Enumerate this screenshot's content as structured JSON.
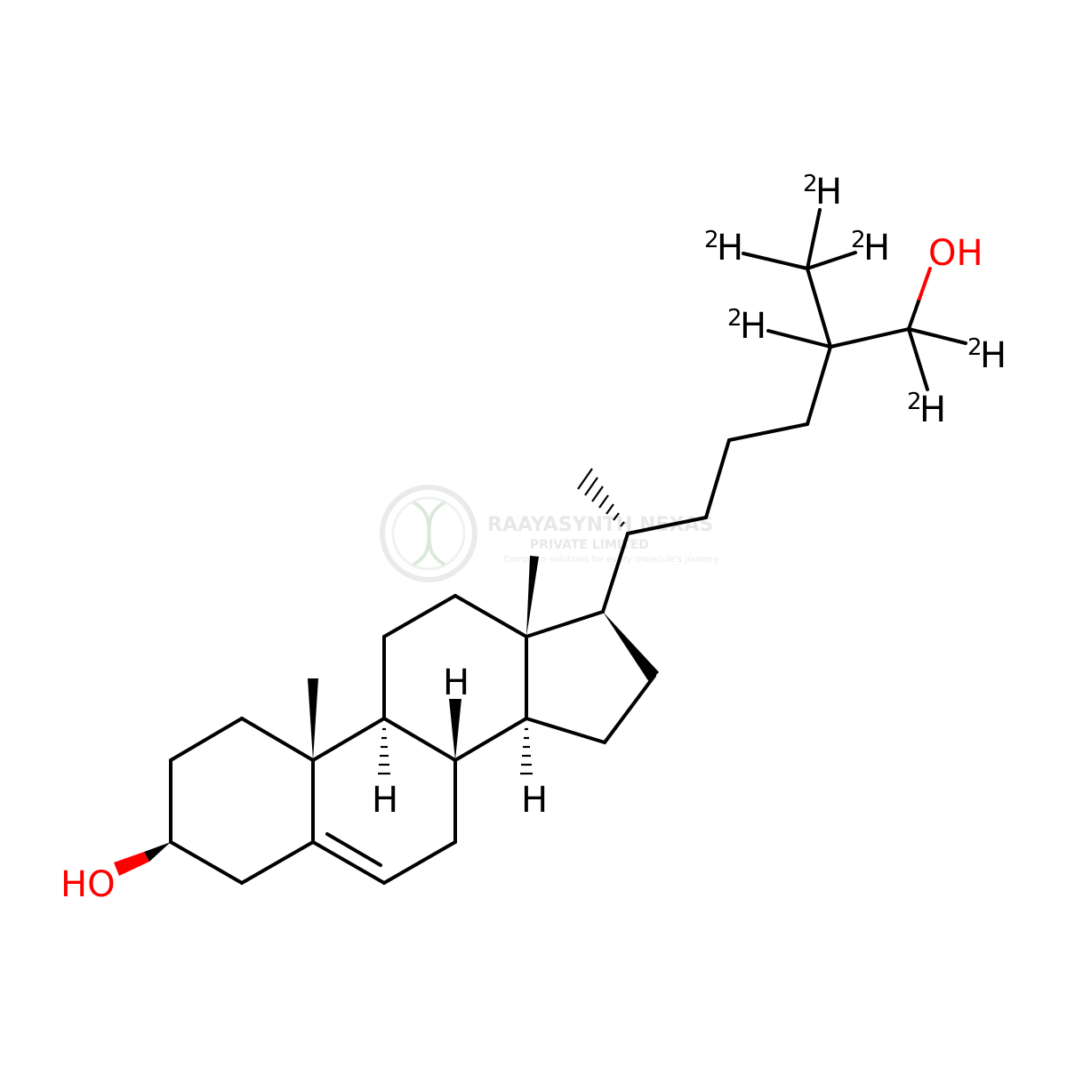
{
  "colors": {
    "bond": "#000000",
    "heteroatom": "#ff0000",
    "watermark": "#cfd8cf"
  },
  "labels": {
    "ho_left": "HO",
    "oh_top": "OH",
    "h": "H",
    "isotope_mass": "2"
  },
  "watermark": {
    "company": "RAAYASYNTH NEXAS",
    "subtitle": "PRIVATE LIMITED",
    "tagline": "Complete solutions for every molecule's journey",
    "logo_icon": "dna-helix-icon"
  }
}
